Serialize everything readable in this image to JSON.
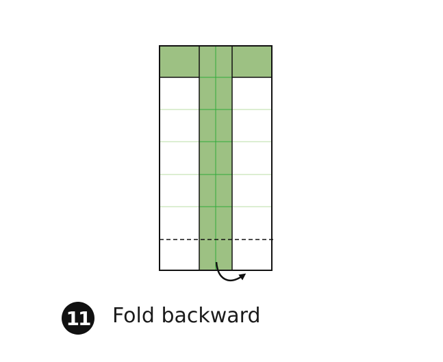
{
  "step": {
    "number": "11",
    "instruction": "Fold backward"
  },
  "colors": {
    "paper_colored": "#9dc183",
    "paper_white": "#ffffff",
    "outline": "#111111",
    "crease": "#2eaa3a",
    "faint_crease": "#b9dca6"
  },
  "icons": {
    "arrow": "curved-fold-arrow-icon",
    "fold_line": "dashed-valley-line"
  }
}
